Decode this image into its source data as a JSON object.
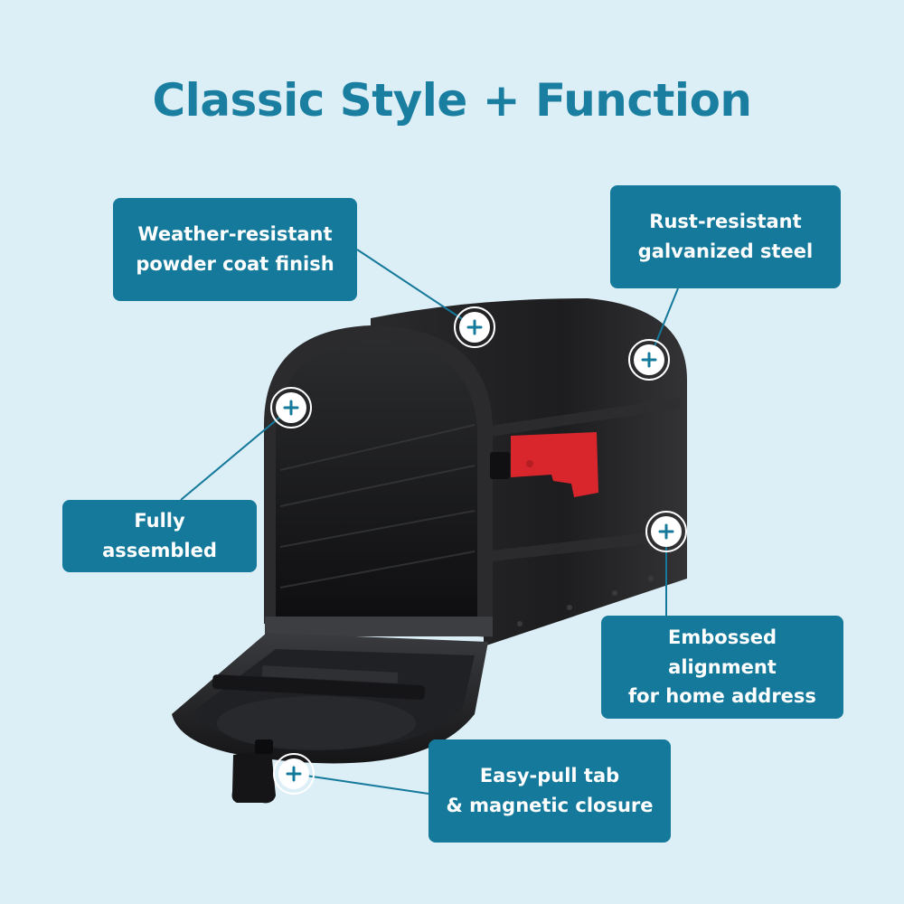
{
  "title": "Classic Style + Function",
  "callouts": {
    "weather": {
      "line1": "Weather-resistant",
      "line2": "powder coat finish"
    },
    "rust": {
      "line1": "Rust-resistant",
      "line2": "galvanized steel"
    },
    "fully": {
      "line1": "Fully assembled"
    },
    "emboss": {
      "line1": "Embossed alignment",
      "line2": "for home address"
    },
    "easy": {
      "line1": "Easy-pull tab",
      "line2": "& magnetic closure"
    }
  },
  "colors": {
    "background": "#dceef6",
    "accent": "#14799a",
    "mailbox": "#1c1c1e",
    "flag": "#d9262c"
  },
  "icons": {
    "hotspot": "plus-circle-icon"
  }
}
